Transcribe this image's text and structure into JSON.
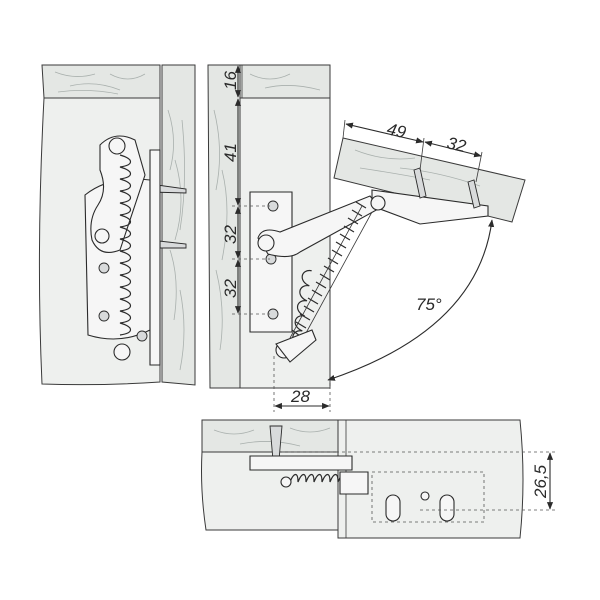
{
  "dimensions": {
    "top_thickness": "16",
    "spacing_top": "41",
    "hole_spacing_1": "32",
    "hole_spacing_2": "32",
    "lid_offset_1": "49",
    "lid_offset_2": "32",
    "opening_angle": "75°",
    "bottom_offset": "28",
    "side_height": "26,5"
  },
  "colors": {
    "line": "#2b2b2b",
    "wood": "#e4e7e4",
    "panel": "#eef0ee"
  }
}
